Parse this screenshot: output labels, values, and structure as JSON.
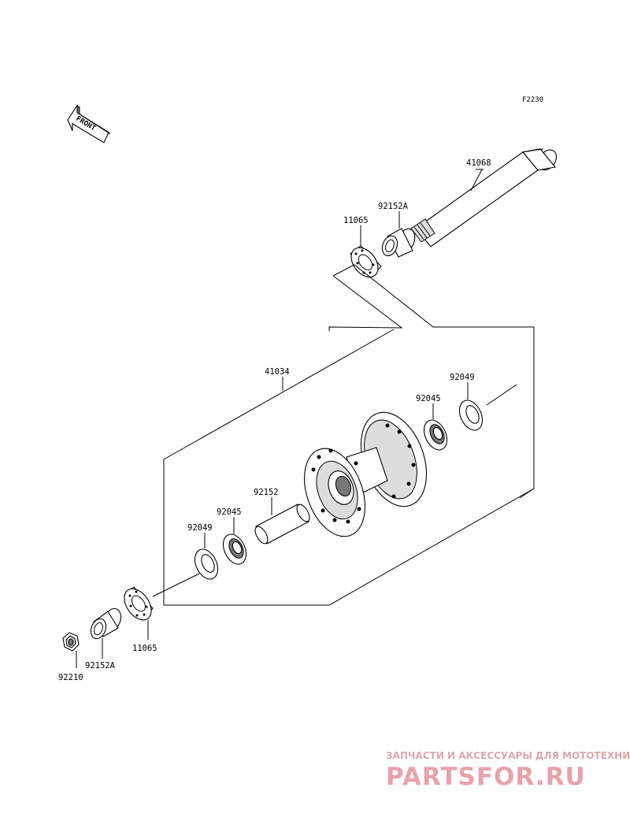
{
  "figure_code": "F2230",
  "front_arrow_label": "FRONT",
  "parts": {
    "axle": "41068",
    "collar_top": "92152A",
    "rotor_coupling_top": "11065",
    "hub": "41034",
    "seal_right": "92049",
    "bearing_right": "92045",
    "spacer": "92152",
    "bearing_left": "92045",
    "seal_left": "92049",
    "collar_bottom": "92152A",
    "rotor_coupling_bottom": "11065",
    "nut": "92210"
  },
  "watermark": {
    "tagline": "ЗАПЧАСТИ И АКСЕССУАРЫ ДЛЯ МОТОТЕХНИКИ",
    "brand": "PARTSFOR.RU"
  }
}
